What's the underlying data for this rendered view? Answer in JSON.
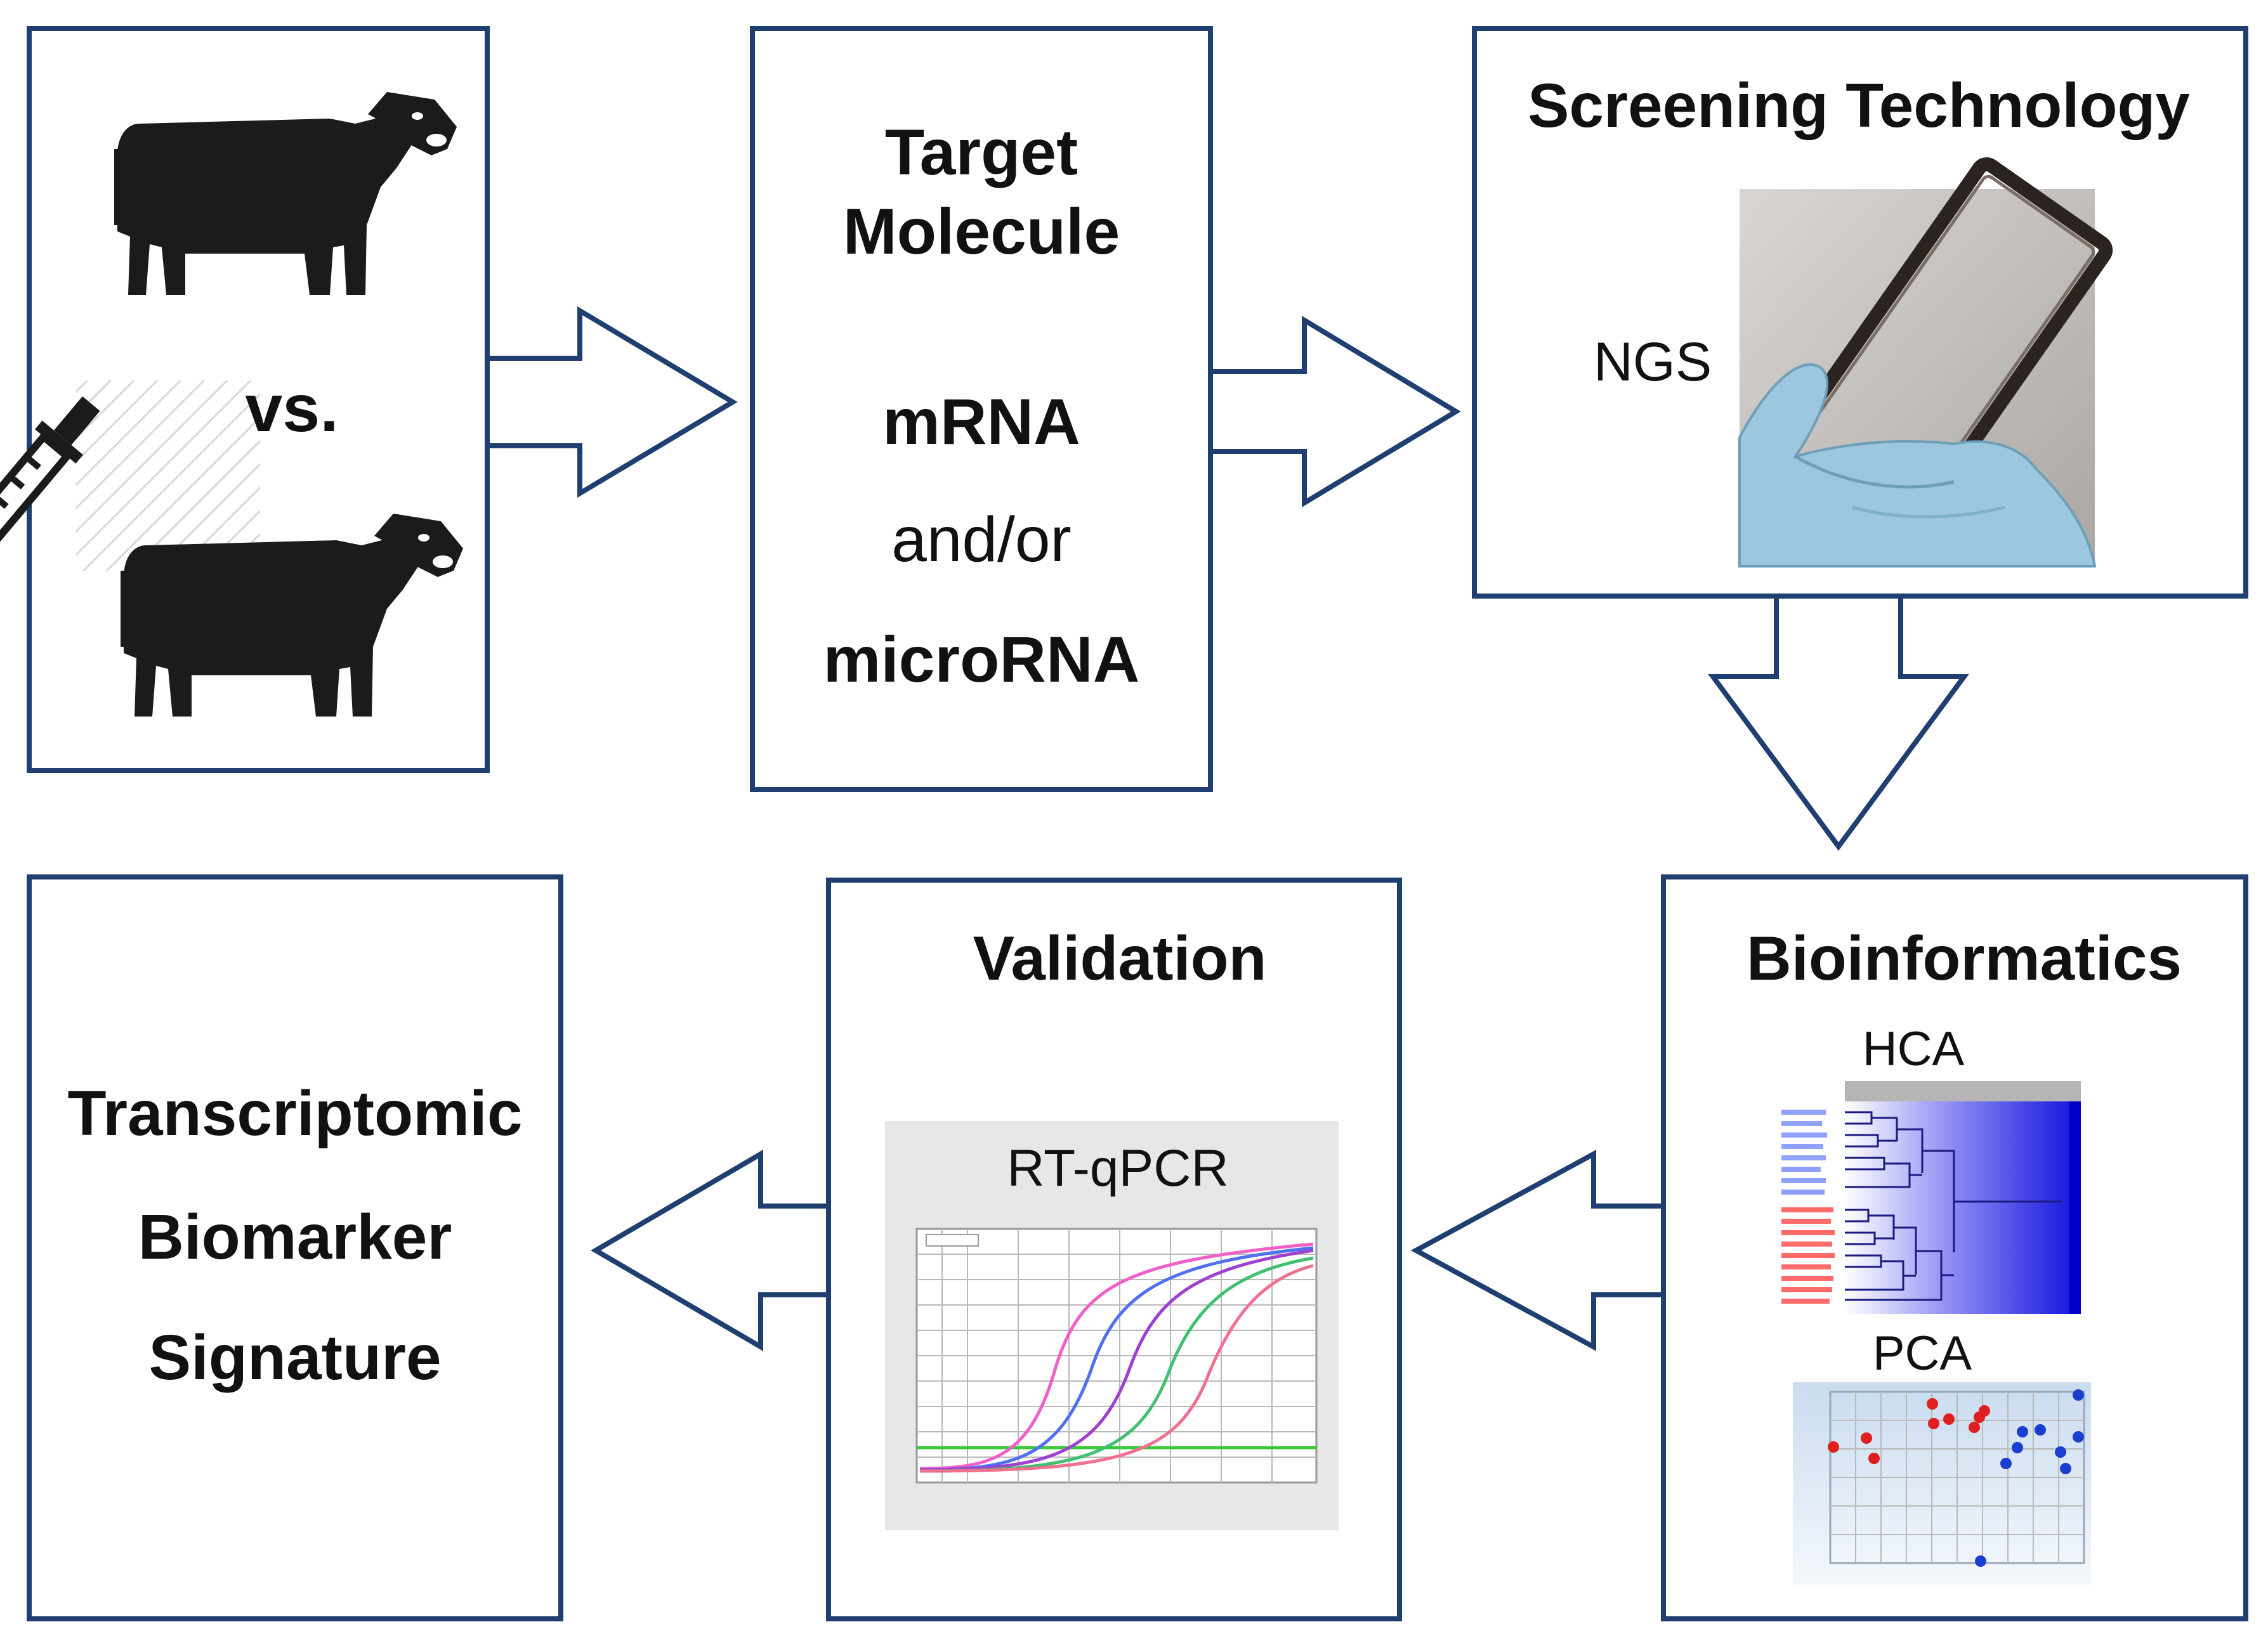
{
  "boxes": {
    "animals": {
      "vs_label": "vs."
    },
    "target": {
      "title_line1": "Target",
      "title_line2": "Molecule",
      "item1": "mRNA",
      "connector": "and/or",
      "item2": "microRNA"
    },
    "screening": {
      "title": "Screening Technology",
      "method": "NGS"
    },
    "bioinformatics": {
      "title": "Bioinformatics",
      "hca_label": "HCA",
      "pca_label": "PCA"
    },
    "validation": {
      "title": "Validation",
      "method": "RT-qPCR"
    },
    "signature": {
      "line1": "Transcriptomic",
      "line2": "Biomarker",
      "line3": "Signature"
    }
  },
  "colors": {
    "frame": "#1f3f70",
    "silhouette": "#1b1b1b",
    "heatmap": "#1a1ae0",
    "glove": "#9cc7de"
  },
  "icons": [
    "cow-icon",
    "syringe-icon",
    "flow-cell-photo",
    "glove-icon"
  ]
}
